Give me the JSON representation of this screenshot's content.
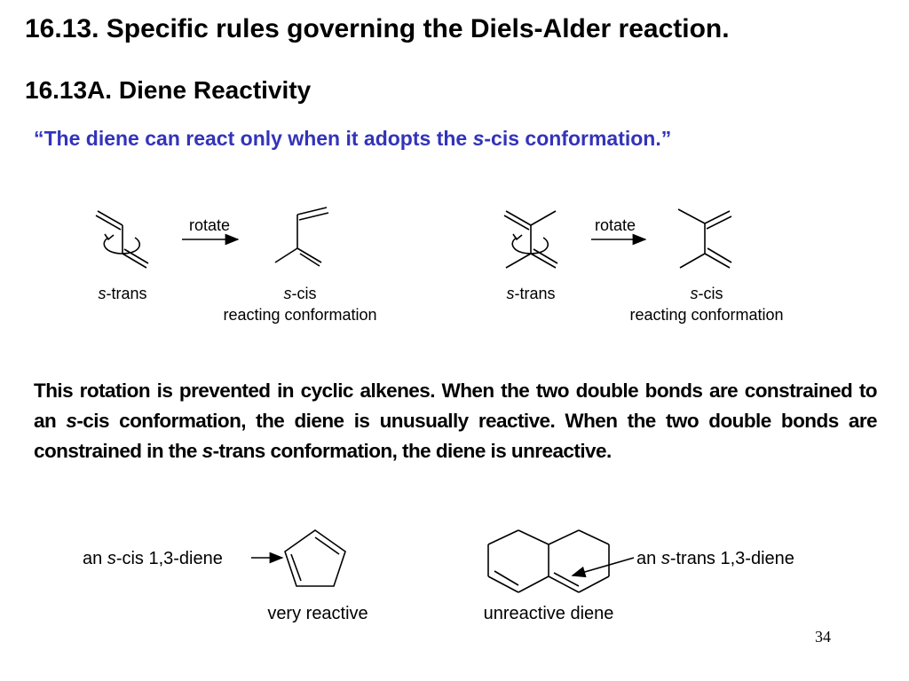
{
  "slide": {
    "title": "16.13. Specific rules governing the Diels-Alder reaction.",
    "subtitle": "16.13A. Diene Reactivity",
    "quote": {
      "before": "“The diene can react only when it adopts the ",
      "italic": "s",
      "after": "-cis conformation.”"
    },
    "scheme": {
      "rotate_label": "rotate",
      "strans": {
        "italic": "s",
        "rest": "-trans"
      },
      "scis": {
        "italic": "s",
        "rest": "-cis"
      },
      "reacting_label": "reacting conformation"
    },
    "paragraph": {
      "part1": "This rotation is prevented in cyclic alkenes. When the two double bonds are constrained to an ",
      "italic1": "s",
      "part2": "-cis conformation, the diene is unusually reactive. When the two double bonds are constrained in the ",
      "italic2": "s",
      "part3": "-trans conformation, the diene is unreactive."
    },
    "bottom": {
      "scis_diene": {
        "prefix": "an ",
        "italic": "s",
        "rest": "-cis 1,3-diene"
      },
      "strans_diene": {
        "prefix": "an ",
        "italic": "s",
        "rest": "-trans 1,3-diene"
      },
      "very_reactive": "very reactive",
      "unreactive_diene": "unreactive diene"
    },
    "page_number": "34"
  }
}
